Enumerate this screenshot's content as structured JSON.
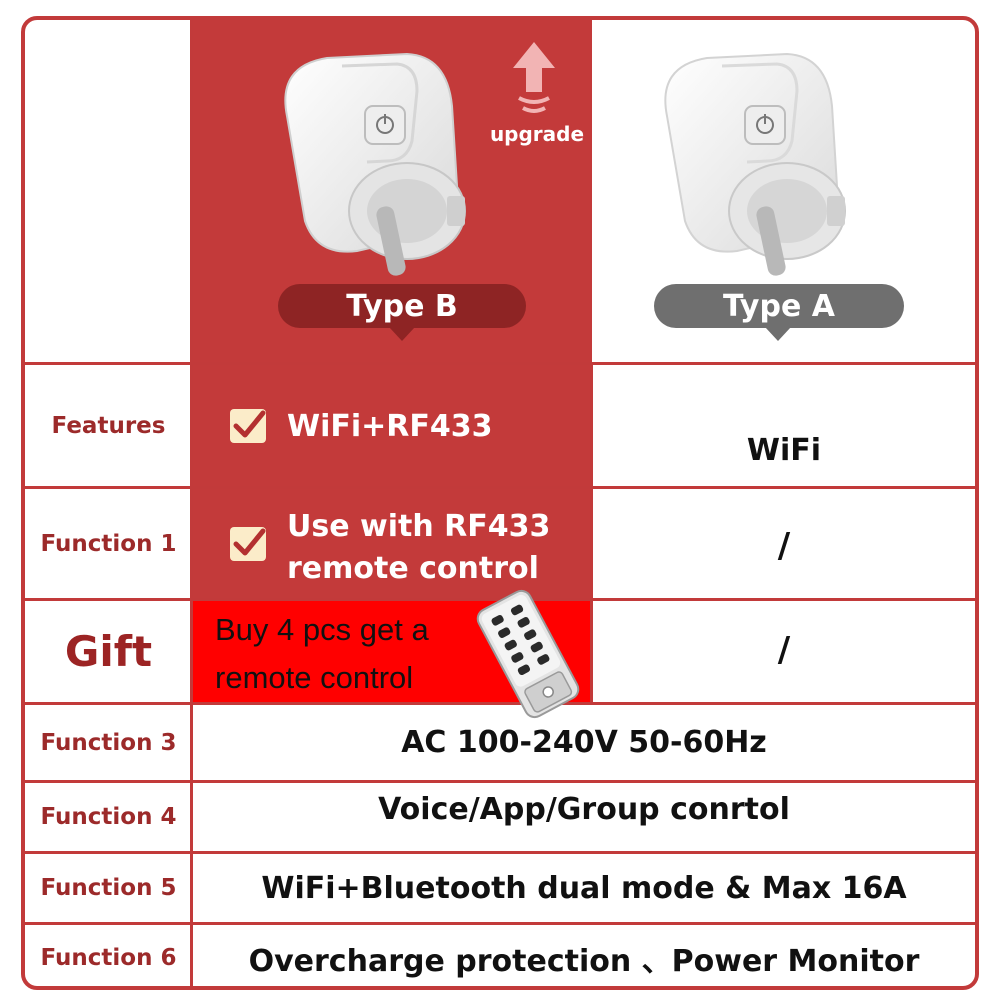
{
  "header": {
    "upgrade_label": "upgrade",
    "type_b_label": "Type B",
    "type_a_label": "Type A"
  },
  "rows": {
    "features": {
      "label": "Features",
      "type_b": "WiFi+RF433",
      "type_a": "WiFi"
    },
    "function1": {
      "label": "Function 1",
      "type_b_line1": "Use with RF433",
      "type_b_line2": "remote control",
      "type_a": "/"
    },
    "gift": {
      "label": "Gift",
      "type_b_line1": "Buy 4 pcs get a",
      "type_b_line2": "remote control",
      "type_a": "/"
    },
    "function3": {
      "label": "Function 3",
      "value": "AC 100-240V 50-60Hz"
    },
    "function4": {
      "label": "Function 4",
      "value": "Voice/App/Group conrtol"
    },
    "function5": {
      "label": "Function 5",
      "value": "WiFi+Bluetooth dual mode & Max 16A"
    },
    "function6": {
      "label": "Function 6",
      "value": "Overcharge protection 、Power Monitor"
    }
  },
  "colors": {
    "accent_red": "#c33a3a",
    "dark_red": "#8e2424",
    "gift_red": "#ff0000",
    "grey_badge": "#6f6f6f",
    "check_bg": "#fbecc9"
  },
  "icons": {
    "check": "check-icon",
    "power": "power-icon",
    "arrow": "upgrade-arrow-icon"
  }
}
